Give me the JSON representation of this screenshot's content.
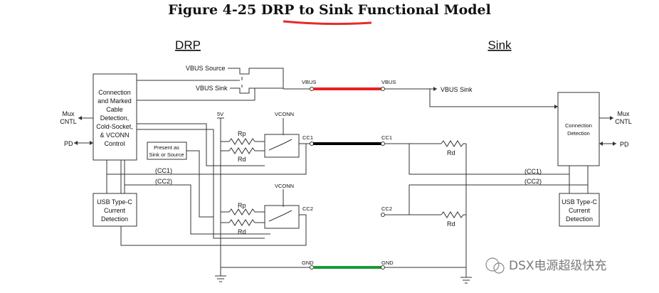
{
  "title": "Figure 4-25  DRP to Sink Functional Model",
  "sections": {
    "left": "DRP",
    "right": "Sink"
  },
  "drp": {
    "control_box": [
      "Connection",
      "and Marked",
      "Cable",
      "Detection,",
      "Cold-Socket,",
      "& VCONN",
      "Control"
    ],
    "usb_box": [
      "USB Type-C",
      "Current",
      "Detection"
    ],
    "present_box": [
      "Present as",
      "Sink or Source"
    ],
    "mux": [
      "Mux",
      "CNTL"
    ],
    "pd": "PD",
    "vbus_source": "VBUS Source",
    "vbus_sink": "VBUS Sink",
    "five_v": "5V",
    "vconn_top": "VCONN",
    "vconn_bottom": "VCONN",
    "rp_top": "Rp",
    "rd_top": "Rd",
    "rp_bottom": "Rp",
    "rd_bottom": "Rd",
    "cc1_bus": "(CC1)",
    "cc2_bus": "(CC2)",
    "cc1_pin": "CC1",
    "cc2_pin": "CC2",
    "vbus_pin": "VBUS",
    "gnd_pin": "GND"
  },
  "sink": {
    "vbus_pin": "VBUS",
    "vbus_sink": "VBUS Sink",
    "cc1_pin": "CC1",
    "cc2_pin": "CC2",
    "gnd_pin": "GND",
    "rd_top": "Rd",
    "rd_bottom": "Rd",
    "conn_box": [
      "Connection",
      "Detection"
    ],
    "usb_box": [
      "USB Type-C",
      "Current",
      "Detection"
    ],
    "mux": [
      "Mux",
      "CNTL"
    ],
    "pd": "PD",
    "cc1_bus": "(CC1)",
    "cc2_bus": "(CC2)"
  },
  "cable_colors": {
    "vbus": "#e8211f",
    "cc": "#000000",
    "gnd": "#1a9a33",
    "underline": "#e52b2b"
  },
  "watermark": "DSX电源超级快充"
}
